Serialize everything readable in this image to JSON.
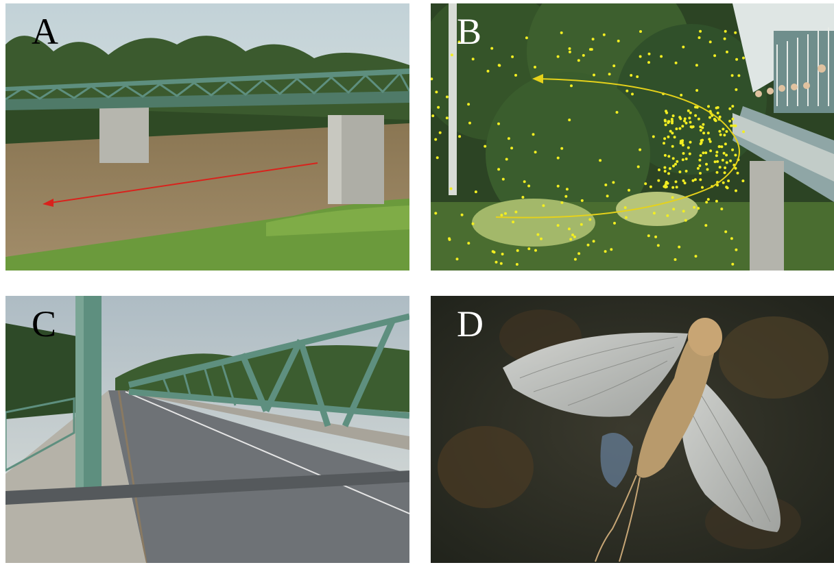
{
  "panels": [
    {
      "id": "A",
      "label": "A",
      "label_color": "#000000"
    },
    {
      "id": "B",
      "label": "B",
      "label_color": "#ffffff"
    },
    {
      "id": "C",
      "label": "C",
      "label_color": "#000000"
    },
    {
      "id": "D",
      "label": "D",
      "label_color": "#ffffff"
    }
  ],
  "colors": {
    "bridge_green": "#5e8f7f",
    "river_brown": "#8f7b5a",
    "arrow_red": "#d9221c",
    "arrow_yellow": "#e6d21a",
    "dots_yellow": "#f2ee22",
    "road_gray": "#6e7276",
    "sky": "#c9d6dc",
    "foliage_dark": "#2c4424"
  },
  "icons": [
    "red-arrow-icon",
    "yellow-loop-arrow-icon"
  ]
}
